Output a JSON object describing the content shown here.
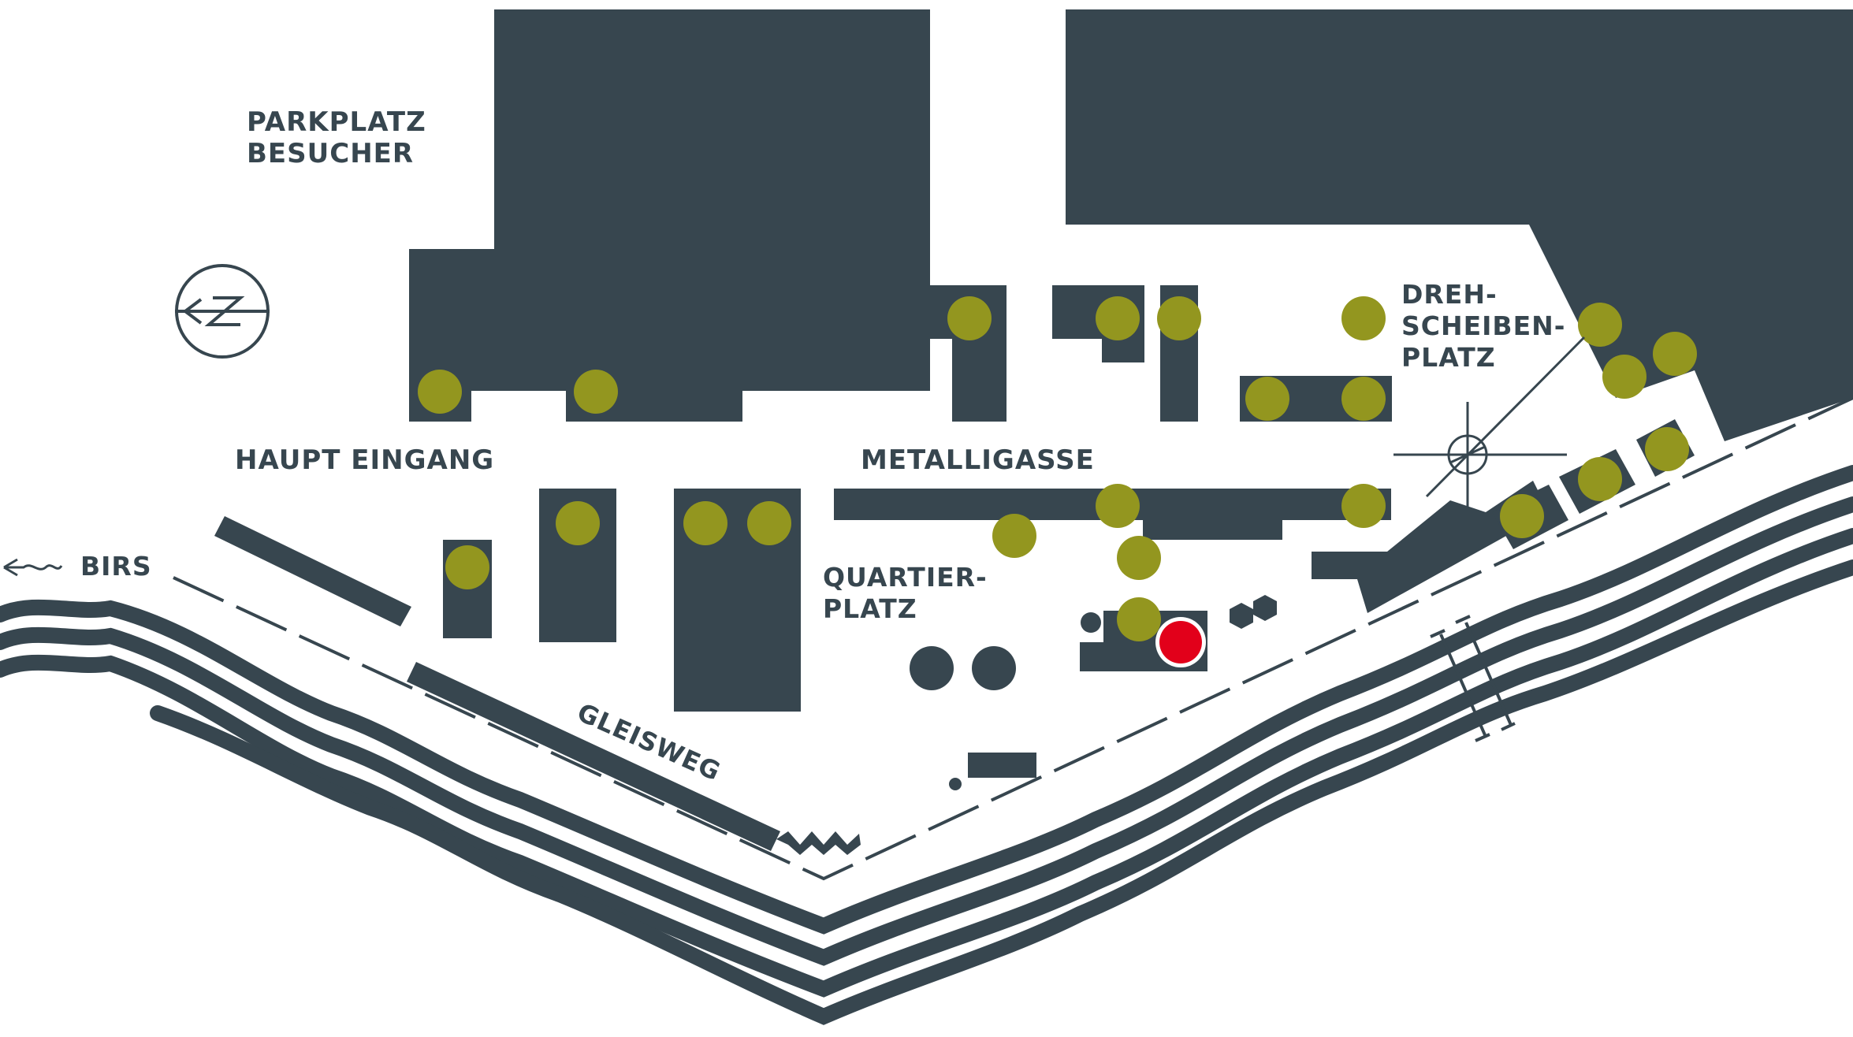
{
  "map": {
    "labels": {
      "parkplatz_line1": "PARKPLATZ",
      "parkplatz_line2": "BESUCHER",
      "haupt_eingang": "HAUPT EINGANG",
      "birs": "BIRS",
      "gleisweg": "GLEISWEG",
      "metalligasse": "METALLIGASSE",
      "quartierplatz_line1": "QUARTIER-",
      "quartierplatz_line2": "PLATZ",
      "drehscheibenplatz_line1": "DREH-",
      "drehscheibenplatz_line2": "SCHEIBEN-",
      "drehscheibenplatz_line3": "PLATZ"
    },
    "icons": [
      "bus-station-icon",
      "river-arrow-icon",
      "turntable-icon",
      "bridge-icon",
      "location-marker-icon"
    ],
    "colors": {
      "building": "#37464f",
      "tree": "#93961f",
      "marker": "#e2001a",
      "background": "#ffffff"
    }
  }
}
